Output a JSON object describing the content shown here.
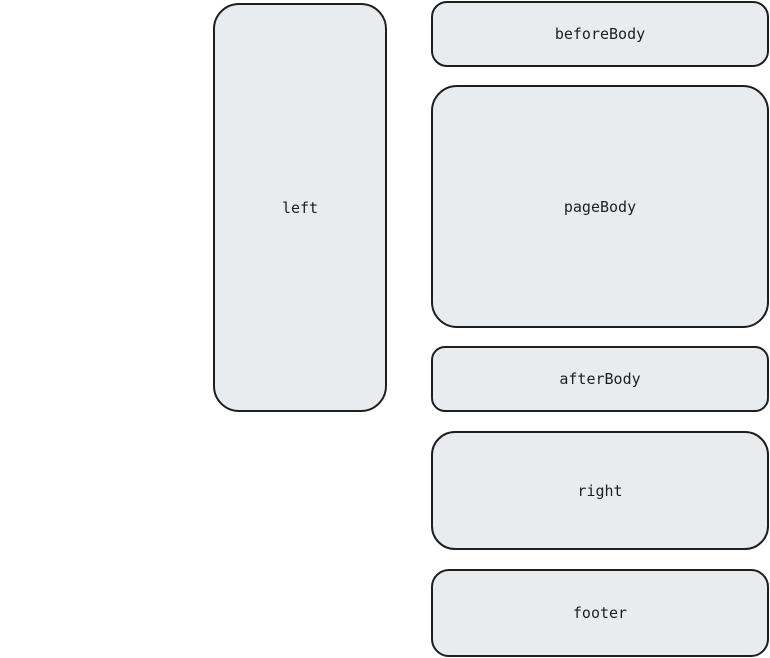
{
  "boxes": {
    "left": "left",
    "beforeBody": "beforeBody",
    "pageBody": "pageBody",
    "afterBody": "afterBody",
    "right": "right",
    "footer": "footer"
  },
  "colors": {
    "fill": "#e9ecef",
    "stroke": "#1e1e1e"
  }
}
